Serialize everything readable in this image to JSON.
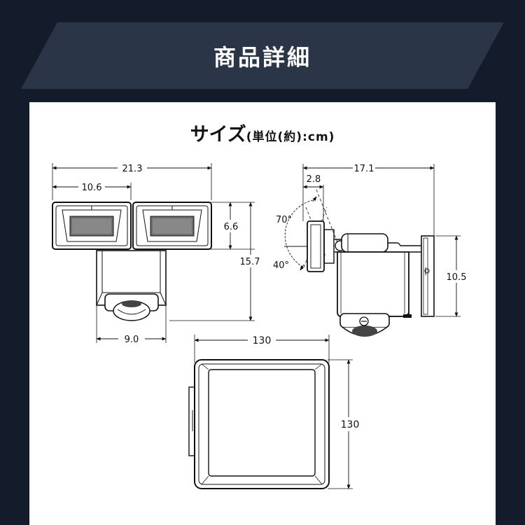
{
  "header": {
    "title": "商品詳細",
    "banner_color": "#2b3548"
  },
  "size_section": {
    "title": "サイズ",
    "unit_label": "(単位(約):cm)"
  },
  "front_view": {
    "overall_width": "21.3",
    "head_width": "10.6",
    "head_height": "6.6",
    "overall_height": "15.7",
    "body_width": "9.0"
  },
  "side_view": {
    "depth": "17.1",
    "head_offset": "2.8",
    "tilt_up": "70°",
    "tilt_down": "40°",
    "body_height": "10.5"
  },
  "solar_panel": {
    "width": "130",
    "height": "130"
  },
  "colors": {
    "background": "#141c2c",
    "panel": "#ffffff",
    "line": "#111111"
  }
}
